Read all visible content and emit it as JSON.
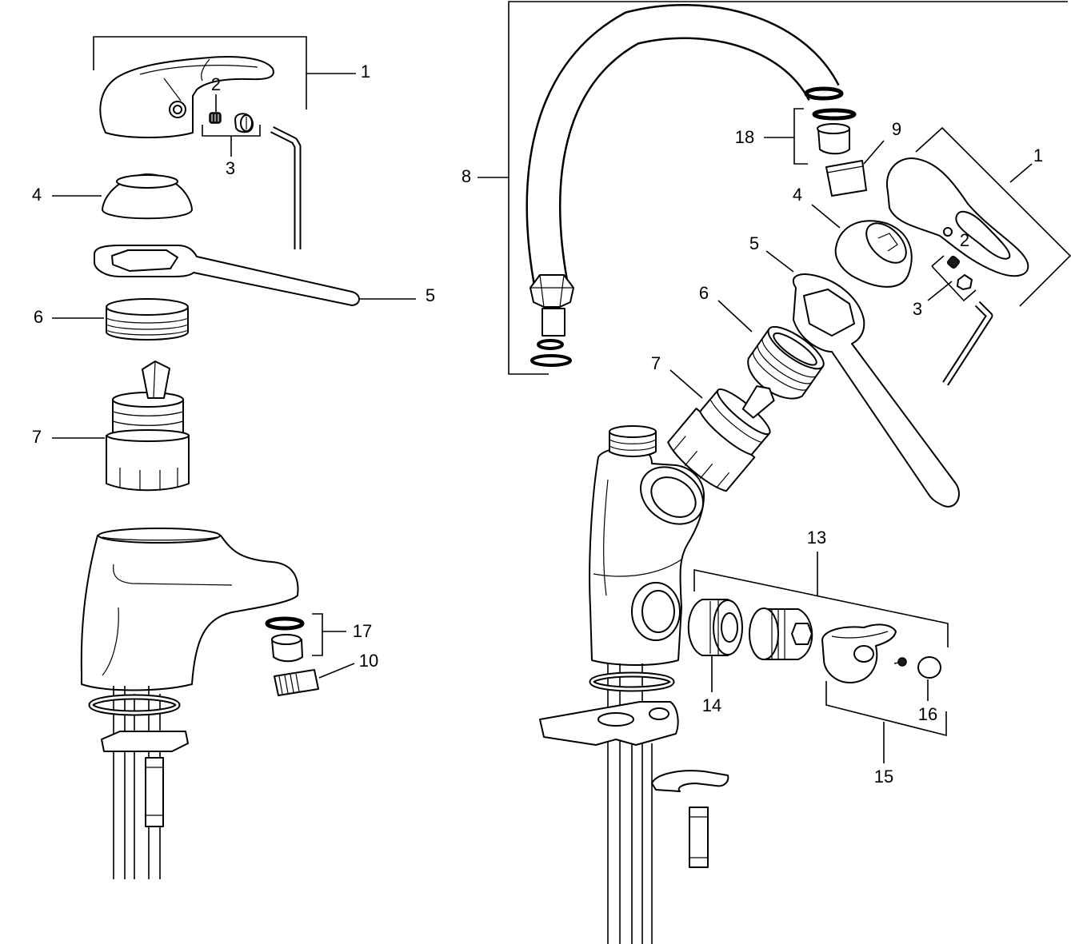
{
  "left_assembly": {
    "callouts": {
      "part_1": "1",
      "part_2": "2",
      "part_3": "3",
      "part_4": "4",
      "part_5": "5",
      "part_6": "6",
      "part_7": "7",
      "part_17": "17",
      "part_10": "10"
    }
  },
  "right_assembly": {
    "callouts": {
      "part_8": "8",
      "part_18": "18",
      "part_9": "9",
      "part_1": "1",
      "part_4": "4",
      "part_5": "5",
      "part_2": "2",
      "part_3": "3",
      "part_6": "6",
      "part_7": "7",
      "part_13": "13",
      "part_14": "14",
      "part_16": "16",
      "part_15": "15"
    }
  }
}
